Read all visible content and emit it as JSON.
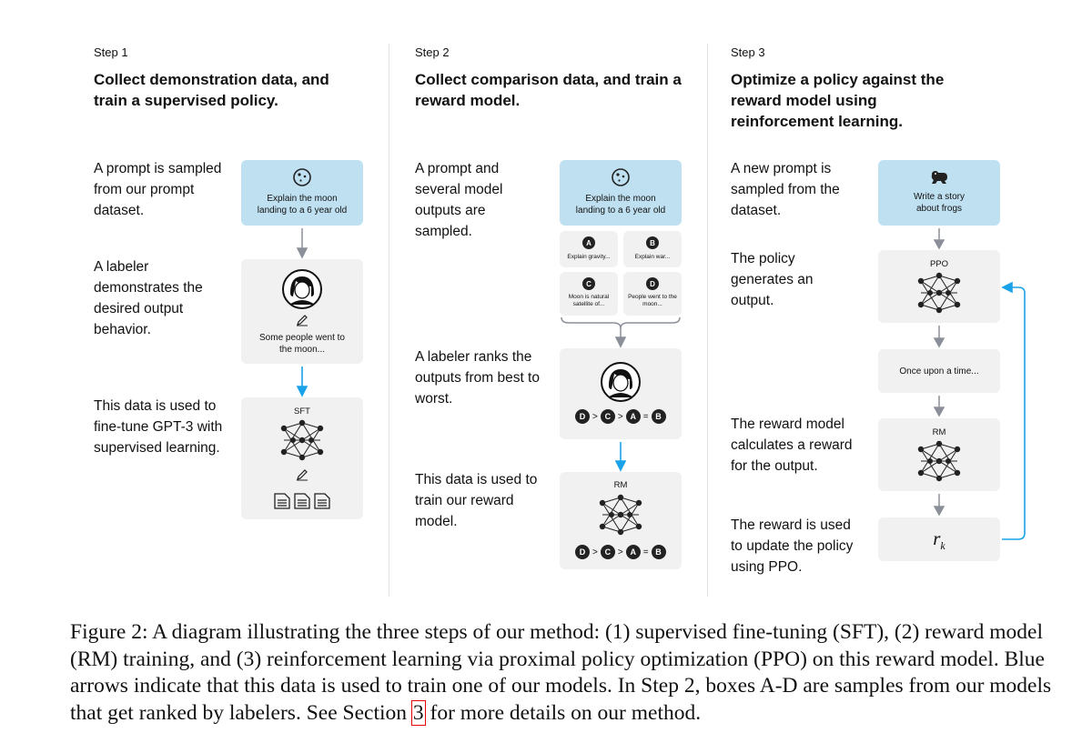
{
  "step1": {
    "label": "Step 1",
    "title": "Collect demonstration data, and train a supervised policy.",
    "desc1": "A prompt is sampled from our prompt dataset.",
    "prompt": "Explain the moon landing to a 6 year old",
    "desc2": "A labeler demonstrates the desired output behavior.",
    "demo_text": "Some people went to the moon...",
    "desc3": "This data is used to fine-tune GPT-3 with supervised learning.",
    "model_tag": "SFT"
  },
  "step2": {
    "label": "Step 2",
    "title": "Collect comparison data, and train a reward model.",
    "desc1": "A prompt and several model outputs are sampled.",
    "prompt": "Explain the moon landing to a 6 year old",
    "outputs": [
      {
        "letter": "A",
        "text": "Explain gravity..."
      },
      {
        "letter": "B",
        "text": "Explain war..."
      },
      {
        "letter": "C",
        "text": "Moon is natural satellite of..."
      },
      {
        "letter": "D",
        "text": "People went to the moon..."
      }
    ],
    "desc2": "A labeler ranks the outputs from best to worst.",
    "ranking": [
      "D",
      ">",
      "C",
      ">",
      "A",
      "=",
      "B"
    ],
    "desc3": "This data is used to train our reward model.",
    "model_tag": "RM"
  },
  "step3": {
    "label": "Step 3",
    "title": "Optimize a policy against the reward model using reinforcement learning.",
    "desc1": "A new prompt is sampled from the dataset.",
    "prompt": "Write a story about frogs",
    "desc2": "The policy generates an output.",
    "policy_tag": "PPO",
    "output": "Once upon a time...",
    "desc3": "The reward model calculates a reward for the output.",
    "rm_tag": "RM",
    "desc4": "The reward is used to update the policy using PPO.",
    "reward_symbol": "r",
    "reward_sub": "k"
  },
  "caption": {
    "before": "Figure 2: A diagram illustrating the three steps of our method: (1) supervised fine-tuning (SFT), (2) reward model (RM) training, and (3) reinforcement learning via proximal policy optimization (PPO) on this reward model. Blue arrows indicate that this data is used to train one of our models. In Step 2, boxes A-D are samples from our models that get ranked by labelers. See Section",
    "ref": "3",
    "after": "for more details on our method."
  },
  "colors": {
    "blue_box": "#bfe0f1",
    "gray_box": "#f1f1f1",
    "train_arrow": "#1aa3e8",
    "flow_arrow": "#8a8f99"
  }
}
